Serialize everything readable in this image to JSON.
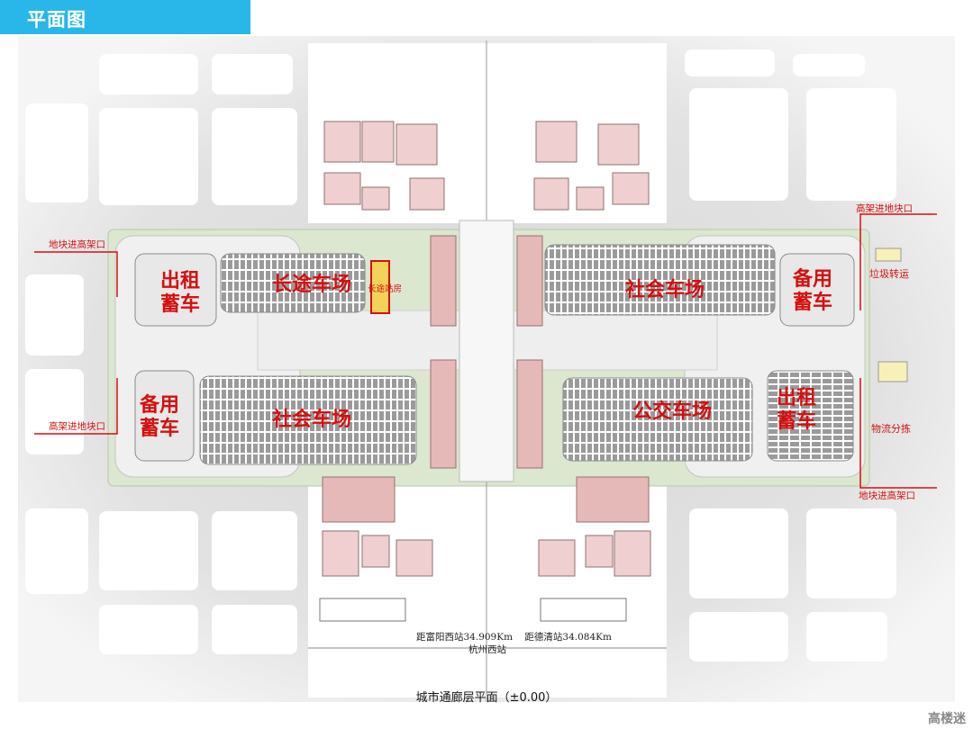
{
  "header": {
    "title": "平面图"
  },
  "zones": {
    "taxi_reserve_nw": "出租\n蓄车",
    "long_distance_lot": "长途车场",
    "long_distance_station": "长途站房",
    "reserve_sw": "备用\n蓄车",
    "social_lot_w": "社会车场",
    "social_lot_e": "社会车场",
    "reserve_ne": "备用\n蓄车",
    "bus_lot": "公交车场",
    "taxi_reserve_se": "出租\n蓄车"
  },
  "facilities": {
    "garbage": "垃圾转运",
    "logistics": "物流分拣"
  },
  "entrances": {
    "west_top": "地块进高架口",
    "west_bottom": "高架进地块口",
    "east_top": "高架进地块口",
    "east_bottom": "地块进高架口"
  },
  "annotations": {
    "distance": "距富阳西站34.909Km    距德清站34.084Km",
    "station": "杭州西站"
  },
  "caption": "城市通廊层平面（±0.00）",
  "watermark": "高楼迷"
}
